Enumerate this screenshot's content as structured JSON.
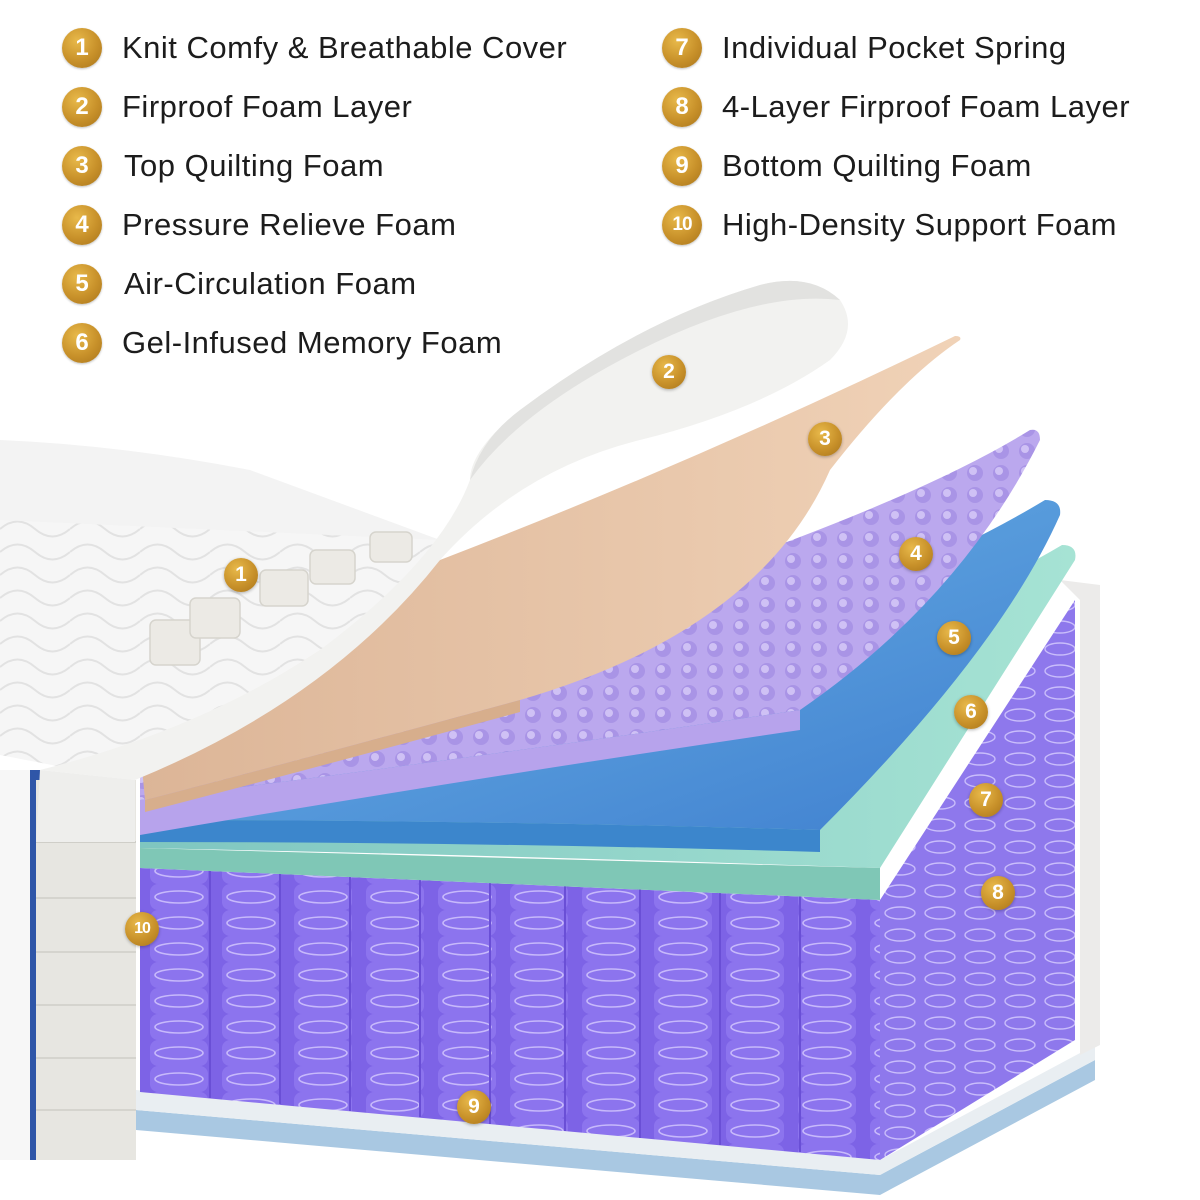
{
  "legend": {
    "left_column": [
      {
        "number": "1",
        "label": "Knit Comfy & Breathable Cover"
      },
      {
        "number": "2",
        "label": "Firproof Foam Layer"
      },
      {
        "number": "3",
        "label": "Top Quilting Foam"
      },
      {
        "number": "4",
        "label": "Pressure Relieve Foam"
      },
      {
        "number": "5",
        "label": "Air-Circulation Foam"
      },
      {
        "number": "6",
        "label": "Gel-Infused Memory Foam"
      }
    ],
    "right_column": [
      {
        "number": "7",
        "label": "Individual Pocket Spring"
      },
      {
        "number": "8",
        "label": "4-Layer Firproof Foam Layer"
      },
      {
        "number": "9",
        "label": "Bottom Quilting Foam"
      },
      {
        "number": "10",
        "label": "High-Density Support Foam"
      }
    ]
  },
  "markers": {
    "m1": "1",
    "m2": "2",
    "m3": "3",
    "m4": "4",
    "m5": "5",
    "m6": "6",
    "m7": "7",
    "m8": "8",
    "m9": "9",
    "m10": "10"
  },
  "colors": {
    "badge_gold": "#c8912a",
    "cover_white": "#f4f4f4",
    "fireproof_foam": "#eeeeec",
    "quilting_foam_peach": "#e6c2a3",
    "pressure_foam_lavender": "#b9a6ea",
    "air_foam_blue": "#5aa0d8",
    "gel_foam_mint": "#8fd3c3",
    "springs_purple": "#7a5de6",
    "base_foam_blue": "#b7d3e6"
  }
}
